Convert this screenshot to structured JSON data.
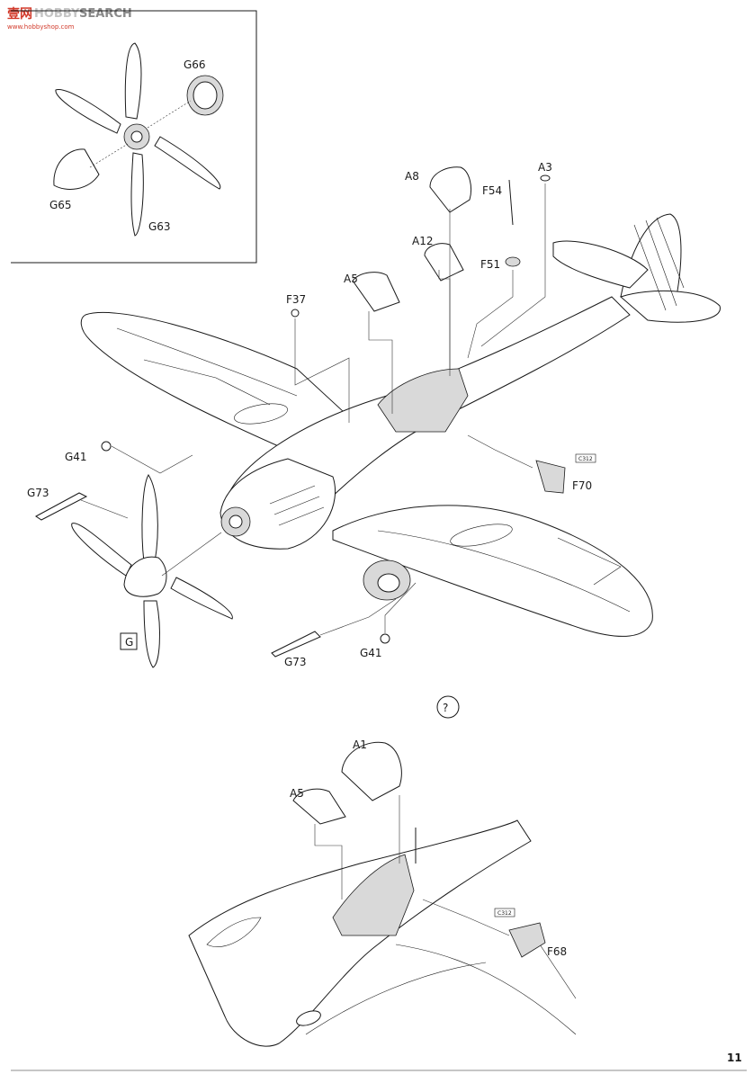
{
  "watermark": {
    "brand_cn": "壹网",
    "brand_en": "SEARCH",
    "prefix": "HOBBY",
    "url": "www.hobbyshop.com"
  },
  "page_number": "11",
  "inset": {
    "labels": [
      "G66",
      "G65",
      "G63"
    ]
  },
  "main": {
    "labels": [
      "A8",
      "F54",
      "A3",
      "A12",
      "F51",
      "A5",
      "F37",
      "G41",
      "G73",
      "F70",
      "G73",
      "G41"
    ],
    "decal_code": "C312",
    "subassembly_code": "G"
  },
  "option_marker": "?",
  "lower": {
    "labels": [
      "A1",
      "A5",
      "F68"
    ],
    "decal_code": "C312"
  }
}
